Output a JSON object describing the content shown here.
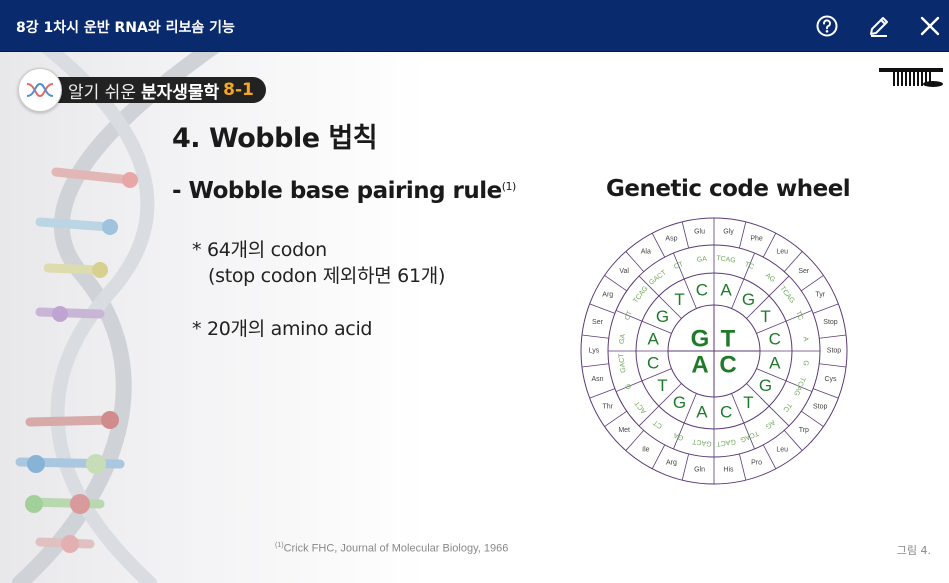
{
  "window": {
    "title": "8강 1차시 운반 RNA와 리보솜 기능"
  },
  "toolbar": {
    "help_icon": "help-icon",
    "pen_icon": "pen-icon",
    "close_icon": "close-icon"
  },
  "badge": {
    "light": "알기 쉬운",
    "bold": "분자생물학",
    "num": "8-1"
  },
  "slide": {
    "heading": "4. Wobble 법칙",
    "rule": "- Wobble base pairing rule",
    "rule_ref": "(1)",
    "bullet1_line1": "* 64개의 codon",
    "bullet1_line2": "(stop codon 제외하면 61개)",
    "bullet2": "* 20개의 amino acid",
    "wheel_title": "Genetic code wheel",
    "footnote_ref": "(1)",
    "footnote": "Crick FHC, Journal of Molecular Biology, 1966",
    "figure_label": "그림 4."
  },
  "wheel": {
    "center": [
      "G",
      "T",
      "A",
      "C"
    ],
    "ring2": [
      "A",
      "G",
      "T",
      "C",
      "A",
      "G",
      "T",
      "C",
      "A",
      "G",
      "T",
      "C",
      "A",
      "G",
      "T",
      "C"
    ],
    "ring3": [
      "TCAG",
      "TC",
      "AG",
      "TCAG",
      "TC",
      "A",
      "G",
      "TCAG",
      "TC",
      "AG",
      "TCAG",
      "GACT",
      "GACT",
      "GA",
      "CT",
      "ACT",
      "G",
      "GACT",
      "GA",
      "CT",
      "TCAG",
      "GACT",
      "CT",
      "GA"
    ],
    "amino": [
      "Gly",
      "Phe",
      "Leu",
      "Ser",
      "Tyr",
      "Stop",
      "Stop",
      "Cys",
      "Stop",
      "Trp",
      "Leu",
      "Pro",
      "His",
      "Gln",
      "Arg",
      "Ile",
      "Met",
      "Thr",
      "Asn",
      "Lys",
      "Ser",
      "Arg",
      "Val",
      "Ala",
      "Asp",
      "Glu"
    ]
  },
  "colors": {
    "titlebar": "#0a2a6e",
    "wheel_line": "#5b3a78",
    "base_green": "#1f7a2a",
    "light_green": "#6fa85a",
    "badge_accent": "#f5a623"
  }
}
